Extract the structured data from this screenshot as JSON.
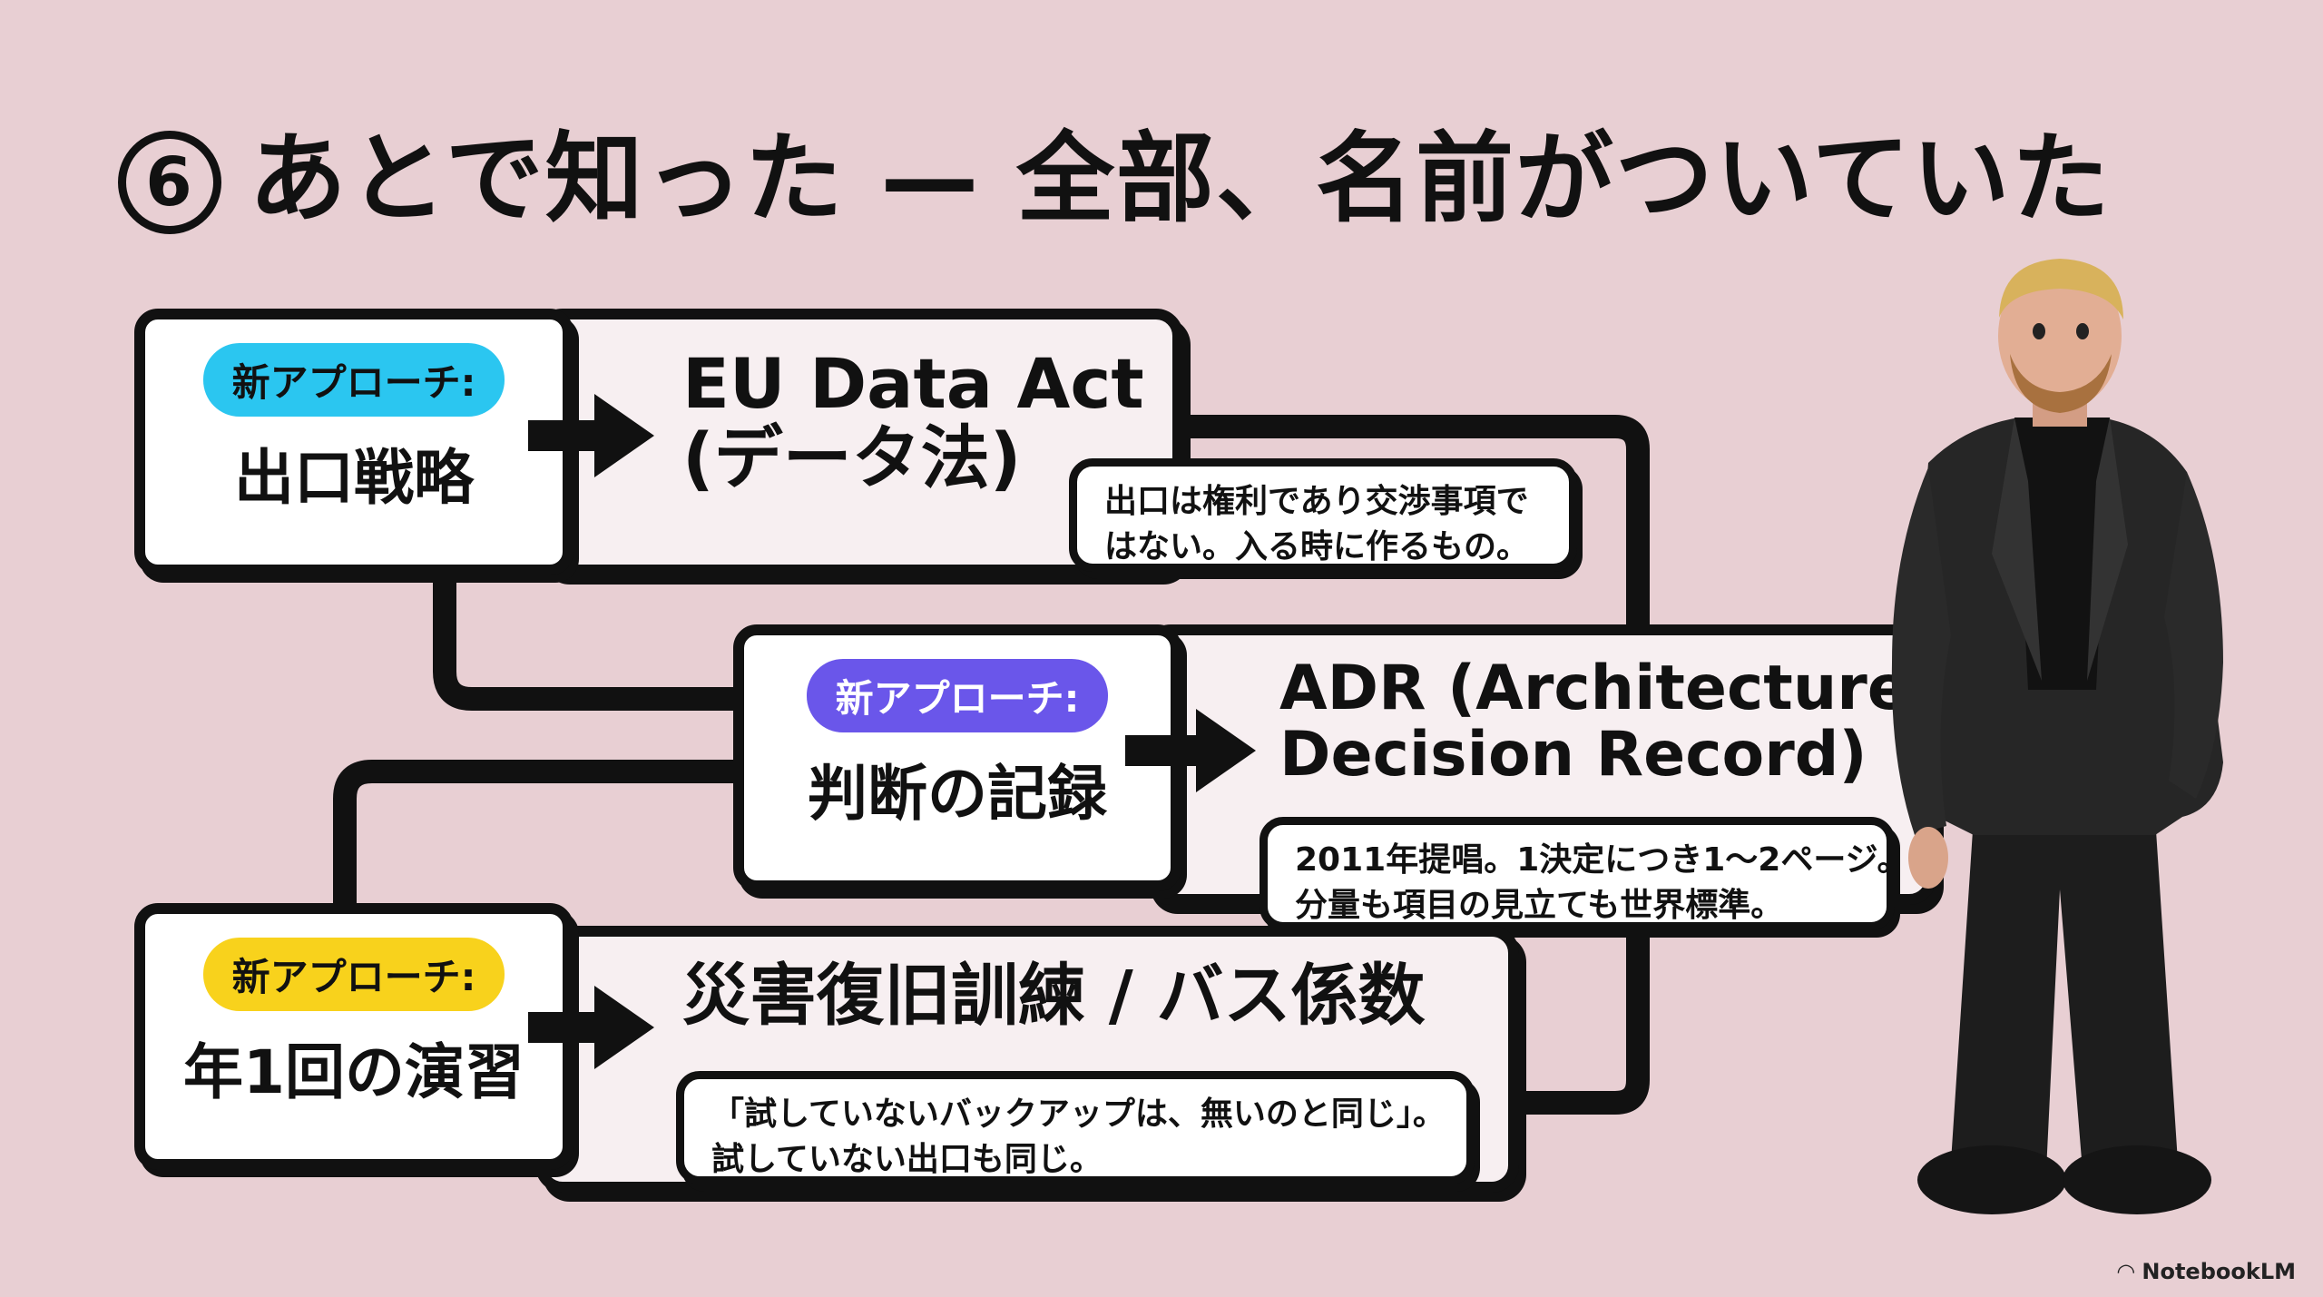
{
  "title": {
    "number": "6",
    "text": "あとで知った — 全部、名前がついていた"
  },
  "rows": [
    {
      "pill": "新アプローチ:",
      "label": "出口戦略",
      "result_line1": "EU Data Act",
      "result_line2": "(データ法)",
      "note_line1": "出口は権利であり交渉事項で",
      "note_line2": "はない。入る時に作るもの。",
      "pill_color": "#2bc6f0"
    },
    {
      "pill": "新アプローチ:",
      "label": "判断の記録",
      "result_line1": "ADR (Architecture",
      "result_line2": "Decision Record)",
      "note_line1": "2011年提唱。1決定につき1〜2ページ。",
      "note_line2": "分量も項目の見立ても世界標準。",
      "pill_color": "#6a56ea"
    },
    {
      "pill": "新アプローチ:",
      "label": "年1回の演習",
      "result_line1": "災害復旧訓練 / バス係数",
      "note_line1": "「試していないバックアップは、無いのと同じ」。",
      "note_line2": "試していない出口も同じ。",
      "pill_color": "#f8d21c"
    }
  ],
  "colors": {
    "background": "#e8cfd3",
    "card": "#f7eff1",
    "outline": "#111111"
  },
  "brand": "NotebookLM",
  "icons": [
    "notebooklm-logo-icon",
    "arrow-right-icon",
    "person-illustration"
  ]
}
